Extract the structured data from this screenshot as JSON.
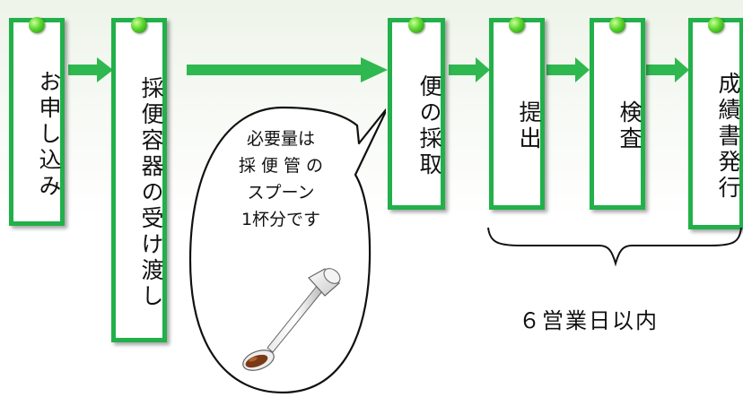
{
  "colors": {
    "accent": "#22b04a",
    "arrow": "#2fb84f"
  },
  "steps": [
    {
      "label": "お申し込み"
    },
    {
      "label": "採便容器の受け渡し"
    },
    {
      "label": "便の採取"
    },
    {
      "label": "提出"
    },
    {
      "label": "検査"
    },
    {
      "label": "成績書発行"
    }
  ],
  "balloon": {
    "lines": [
      "必要量は",
      "採 便 管 の",
      "スプーン",
      "1杯分です"
    ]
  },
  "brace_label": "６営業日以内",
  "icons": {
    "spoon": "sample-spoon-icon",
    "dot": "green-dot-icon"
  }
}
